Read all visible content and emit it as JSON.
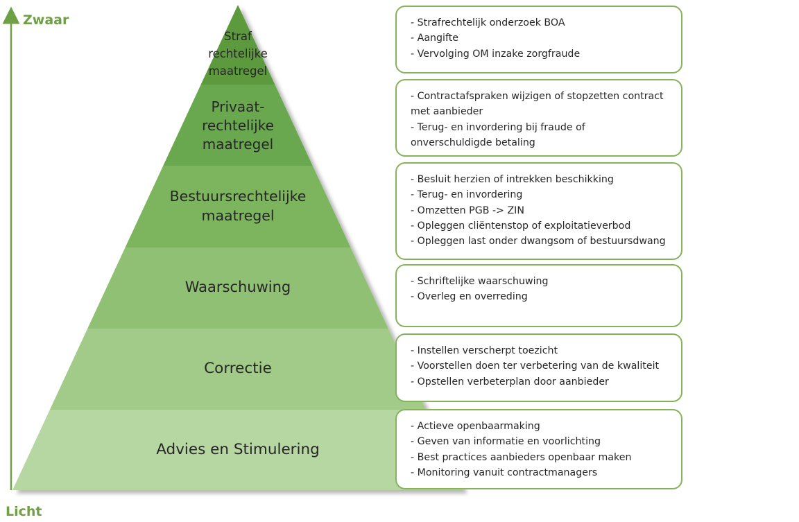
{
  "axis": {
    "top_label": "Zwaar",
    "bottom_label": "Licht",
    "color": "#70a046"
  },
  "pyramid": {
    "levels": [
      {
        "label_lines": [
          "Straf",
          "rechtelijke",
          "maatregel"
        ],
        "color": "#5b9a3c"
      },
      {
        "label_lines": [
          "Privaat-",
          "rechtelijke",
          "maatregel"
        ],
        "color": "#6aa84f"
      },
      {
        "label_lines": [
          "Bestuursrechtelijke",
          "maatregel"
        ],
        "color": "#7db55f"
      },
      {
        "label_lines": [
          "Waarschuwing"
        ],
        "color": "#8fc073"
      },
      {
        "label_lines": [
          "Correctie"
        ],
        "color": "#a2cb89"
      },
      {
        "label_lines": [
          "Advies en Stimulering"
        ],
        "color": "#b7d7a2"
      }
    ]
  },
  "boxes": [
    {
      "items": [
        "- Strafrechtelijk onderzoek BOA",
        "- Aangifte",
        "- Vervolging OM inzake zorgfraude"
      ]
    },
    {
      "items": [
        "- Contractafspraken wijzigen of stopzetten contract met aanbieder",
        "- Terug- en invordering bij fraude of onverschuldigde betaling"
      ]
    },
    {
      "items": [
        "- Besluit herzien of intrekken beschikking",
        "- Terug- en invordering",
        "- Omzetten PGB -> ZIN",
        "- Opleggen cliëntenstop of exploitatieverbod",
        "- Opleggen last onder dwangsom of bestuursdwang"
      ]
    },
    {
      "items": [
        "- Schriftelijke waarschuwing",
        "- Overleg en overreding"
      ]
    },
    {
      "items": [
        "- Instellen verscherpt toezicht",
        "- Voorstellen doen ter verbetering van de kwaliteit",
        "- Opstellen verbeterplan door aanbieder"
      ]
    },
    {
      "items": [
        "- Actieve openbaarmaking",
        "- Geven van informatie en voorlichting",
        "- Best practices aanbieders openbaar maken",
        "- Monitoring vanuit contractmanagers"
      ]
    }
  ]
}
